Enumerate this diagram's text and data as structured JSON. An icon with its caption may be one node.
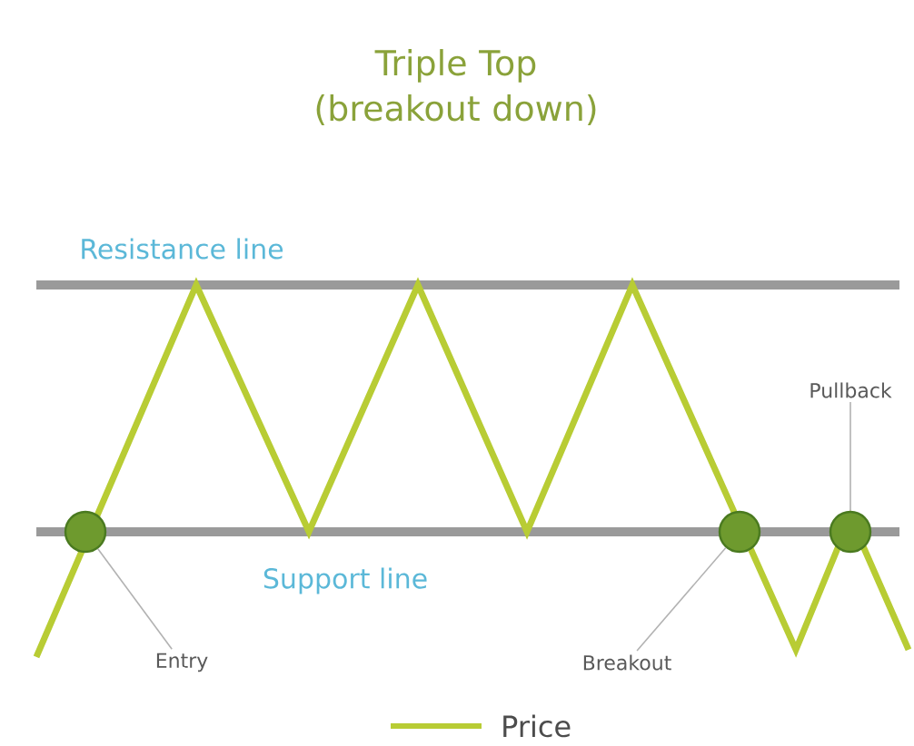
{
  "diagram": {
    "title": "Triple Top (breakout down)",
    "nodes": [
      {
        "text": [
          "Pullback"
        ]
      },
      {
        "text": [],
        "shape": "circle"
      },
      {
        "text": [],
        "shape": "circle"
      },
      {
        "text": [],
        "shape": "circle"
      },
      {
        "text": [
          "Entry"
        ]
      },
      {
        "text": [
          "Breakout"
        ]
      }
    ],
    "edges": [
      {
        "from": 4,
        "to": 1,
        "arrow": "none"
      },
      {
        "from": 5,
        "to": 2,
        "arrow": "none"
      },
      {
        "from": 0,
        "to": 3,
        "arrow": "none"
      }
    ],
    "labels": [
      "Resistance line",
      "Support line"
    ],
    "legend": [
      {
        "text": "Price"
      }
    ]
  }
}
